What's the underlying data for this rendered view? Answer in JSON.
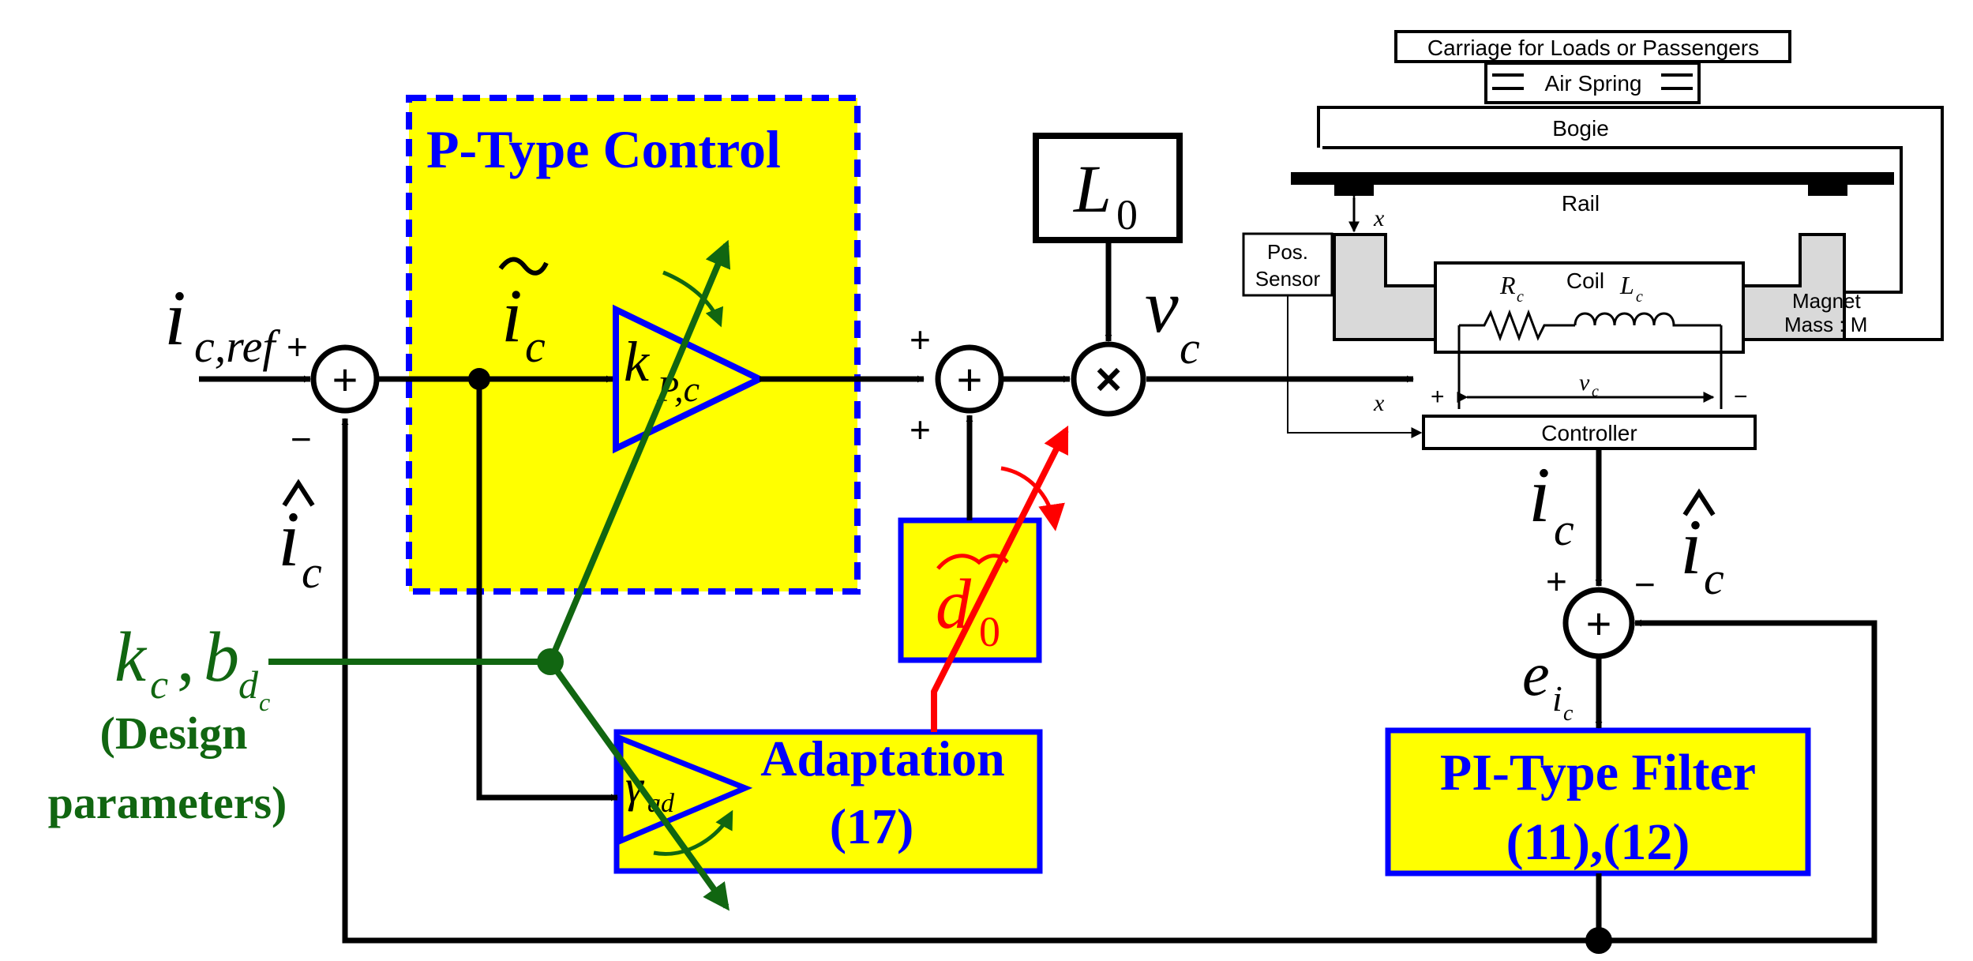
{
  "p_control": {
    "title": "P-Type Control",
    "gain_sym": "k",
    "gain_sub": "P,c"
  },
  "adaptation": {
    "line1": "Adaptation",
    "line2": "(17)",
    "gain_sym": "γ",
    "gain_sub": "ad"
  },
  "pi_filter": {
    "line1": "PI-Type Filter",
    "line2": "(11),(12)"
  },
  "signals": {
    "i_sym": "i",
    "ref_sub": "c,ref",
    "c_sub": "c",
    "plus": "+",
    "minus": "−",
    "sum_glyph": "+",
    "mult_glyph": "×",
    "v_sym": "v",
    "L0_sym": "L",
    "L0_sub": "0",
    "d0_sym": "d",
    "d0_sub": "0",
    "e_sym": "e",
    "e_sub": "i",
    "e_subsub": "c",
    "x_sym": "x"
  },
  "design": {
    "k": "k",
    "k_sub": "c",
    "comma": ",",
    "b": "b",
    "b_sub": "d",
    "b_subsub": "c",
    "line1": "(Design",
    "line2": "parameters)"
  },
  "maglev": {
    "carriage": "Carriage for Loads or Passengers",
    "air_spring": "Air Spring",
    "bogie": "Bogie",
    "rail": "Rail",
    "pos_sensor_1": "Pos.",
    "pos_sensor_2": "Sensor",
    "coil": "Coil",
    "R": "R",
    "R_sub": "c",
    "L": "L",
    "L_sub": "c",
    "v": "v",
    "v_sub": "c",
    "magnet_1": "Magnet",
    "magnet_2": "Mass : M",
    "controller": "Controller",
    "x": "x",
    "plus": "+",
    "minus": "−"
  },
  "colors": {
    "yellow_block": "#ffff00",
    "block_border": "#0000ff",
    "green": "#116611",
    "red": "#ff0000",
    "black": "#000000",
    "gray_magnet": "#d9d9d9"
  }
}
